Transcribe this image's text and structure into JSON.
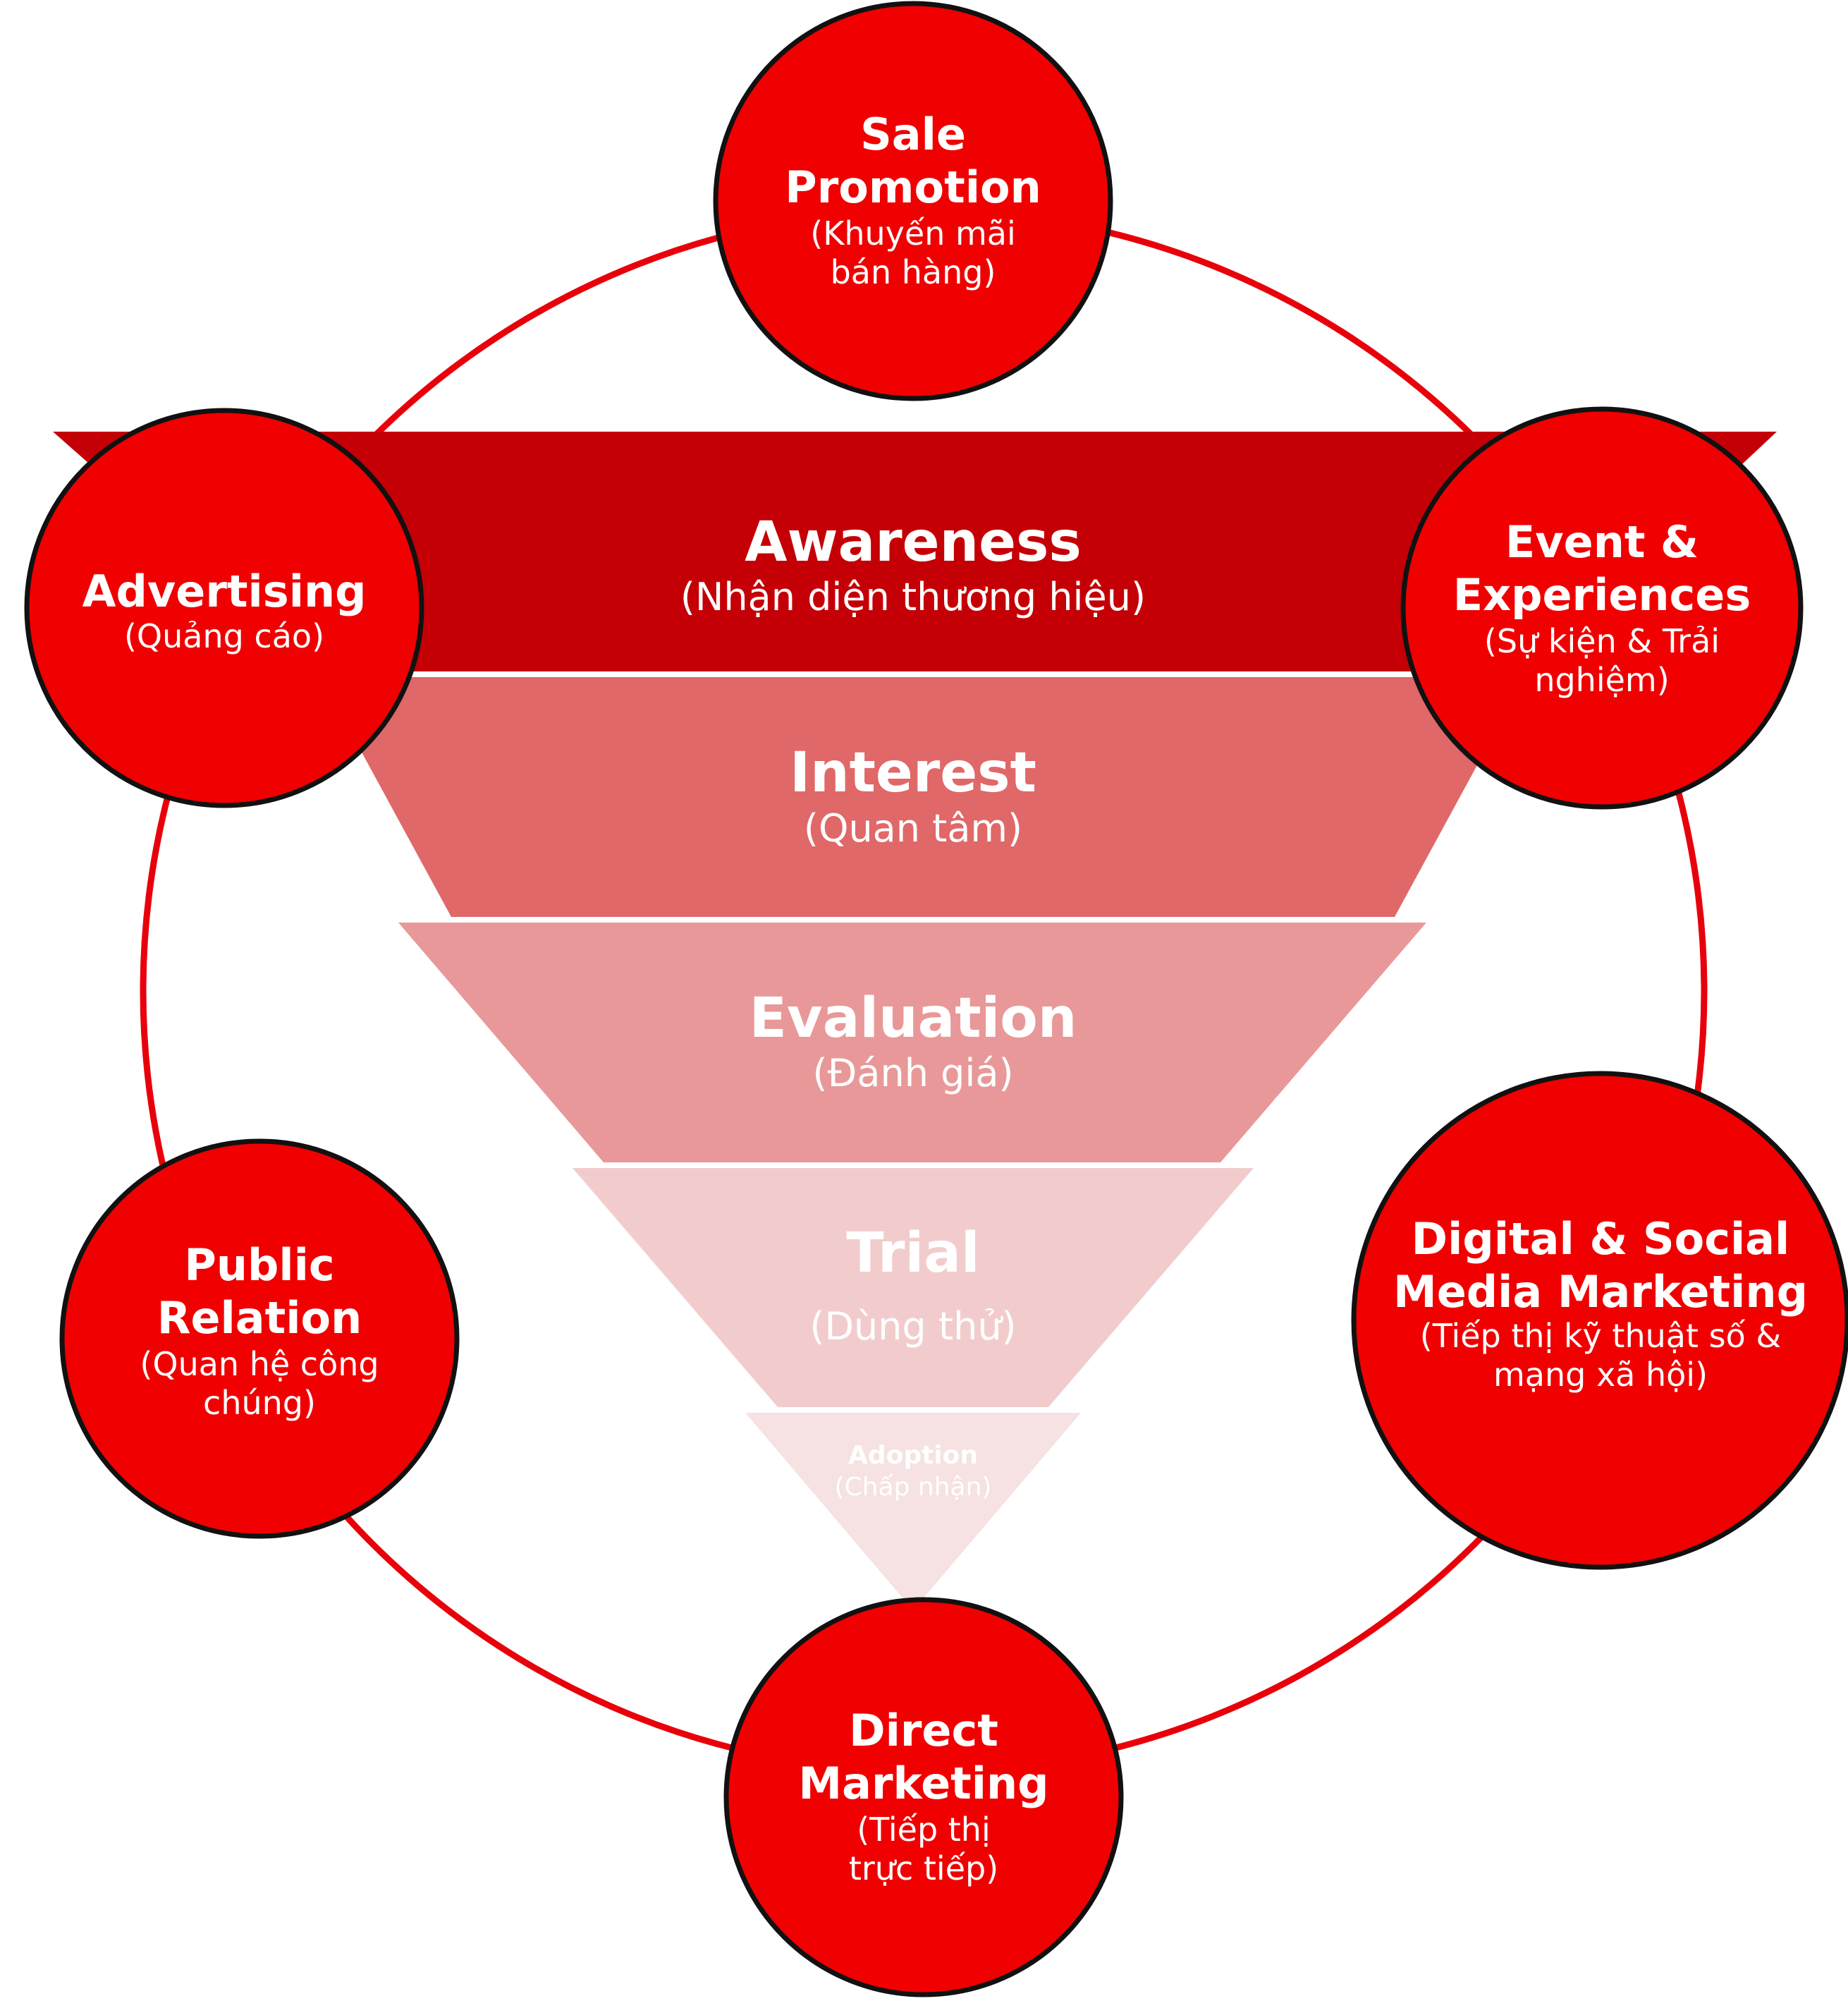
{
  "colors": {
    "ring": "#e8000b",
    "circle_fill": "#f00000",
    "circle_stroke": "#111111",
    "text_light": "#ffffff"
  },
  "funnel": [
    {
      "title": "Awareness",
      "subtitle": "(Nhận diện thương hiệu)",
      "color": "#c40006",
      "text_color": "#ffffff"
    },
    {
      "title": "Interest",
      "subtitle": "(Quan tâm)",
      "color": "#e06868",
      "text_color": "#ffffff"
    },
    {
      "title": "Evaluation",
      "subtitle": "(Đánh giá)",
      "color": "#e89898",
      "text_color": "#ffffff"
    },
    {
      "title": "Trial",
      "subtitle": "(Dùng thử)",
      "color": "#f2cccc",
      "text_color": "#ffffff"
    },
    {
      "title": "Adoption",
      "subtitle": "(Chấp nhận)",
      "color": "#f6e2e2",
      "text_color": "#ffffff"
    }
  ],
  "channels": [
    {
      "id": "sale-promotion",
      "title": [
        "Sale",
        "Promotion"
      ],
      "subtitle": [
        "(Khuyến mãi",
        "bán hàng)"
      ]
    },
    {
      "id": "event-experiences",
      "title": [
        "Event &",
        "Experiences"
      ],
      "subtitle": [
        "(Sự kiện & Trải",
        "nghiệm)"
      ]
    },
    {
      "id": "digital-social-media-marketing",
      "title": [
        "Digital & Social",
        "Media Marketing"
      ],
      "subtitle": [
        "(Tiếp thị kỹ thuật số &",
        "mạng xã hội)"
      ]
    },
    {
      "id": "direct-marketing",
      "title": [
        "Direct",
        "Marketing"
      ],
      "subtitle": [
        "(Tiếp thị",
        "trực tiếp)"
      ]
    },
    {
      "id": "public-relation",
      "title": [
        "Public",
        "Relation"
      ],
      "subtitle": [
        "(Quan hệ công",
        "chúng)"
      ]
    },
    {
      "id": "advertising",
      "title": [
        "Advertising"
      ],
      "subtitle": [
        "(Quảng cáo)"
      ]
    }
  ]
}
